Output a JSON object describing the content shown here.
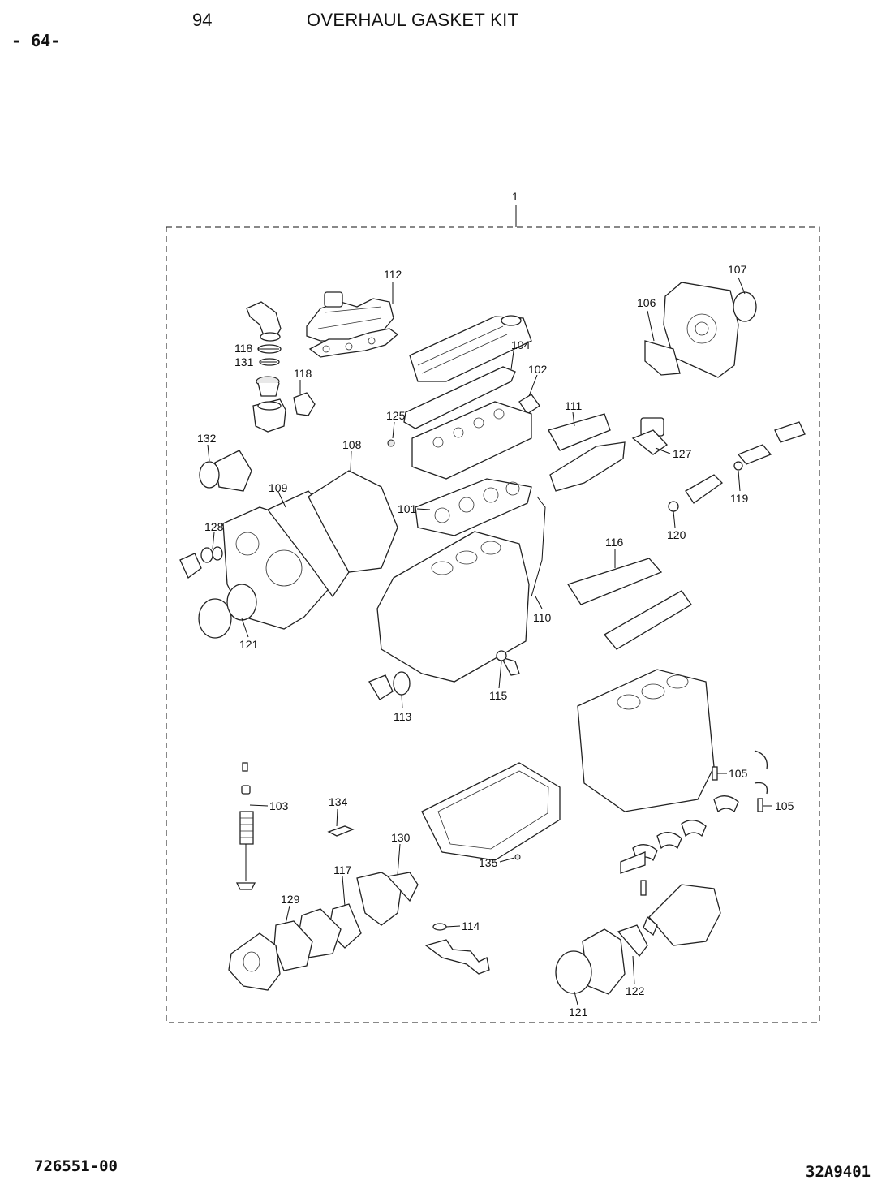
{
  "header": {
    "page_number": "94",
    "title": "OVERHAUL GASKET KIT",
    "side_marker": "- 64-"
  },
  "footer": {
    "left_code": "726551-00",
    "right_code": "32A9401"
  },
  "diagram": {
    "kit_ref": "1",
    "callouts": [
      "112",
      "107",
      "106",
      "104",
      "118",
      "131",
      "118",
      "102",
      "125",
      "111",
      "132",
      "108",
      "127",
      "109",
      "101",
      "119",
      "128",
      "120",
      "116",
      "121",
      "110",
      "115",
      "113",
      "105",
      "103",
      "134",
      "105",
      "130",
      "135",
      "117",
      "114",
      "129",
      "122",
      "121"
    ]
  }
}
